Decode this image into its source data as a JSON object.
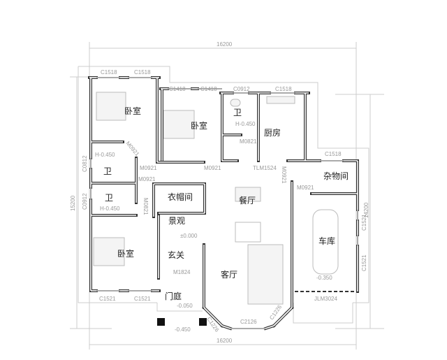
{
  "dimensions": {
    "top_width": "16200",
    "bottom_width": "16200",
    "left_height": "15200",
    "right_height": "14200"
  },
  "rooms": {
    "bedroom_nw": "卧室",
    "bedroom_n": "卧室",
    "bath_n": "卫",
    "kitchen": "厨房",
    "bath_w1": "卫",
    "bath_w2": "卫",
    "storage": "杂物间",
    "cloakroom": "衣帽间",
    "dining": "餐厅",
    "landscape": "景观",
    "bedroom_sw": "卧室",
    "foyer": "玄关",
    "living": "客厅",
    "garage": "车库",
    "porch": "门庭"
  },
  "windows": {
    "w1": "C1518",
    "w2": "C1518",
    "w3": "C1418",
    "w4": "C1418",
    "w5": "C0912",
    "w6": "C1518",
    "w7": "C0812",
    "w8": "C0912",
    "w9": "C1518",
    "w10": "C1521",
    "w11": "C1521",
    "w12": "C1521",
    "w13": "C1521",
    "w14": "C1226",
    "w15": "C2126",
    "w16": "C1226"
  },
  "doors": {
    "d1": "M0921",
    "d2": "M0921",
    "d3": "M0921",
    "d4": "M0821",
    "d5": "TLM1524",
    "d6": "M0921",
    "d7": "M0921",
    "d8": "M0921",
    "d9": "M0821",
    "d10": "M1824",
    "d11": "JLM3024"
  },
  "elevations": {
    "e1": "H-0.450",
    "e2": "H-0.450",
    "e3": "H-0.450",
    "e4": "±0.000",
    "e5": "-0.350",
    "e6": "-0.050",
    "e7": "-0.450"
  }
}
